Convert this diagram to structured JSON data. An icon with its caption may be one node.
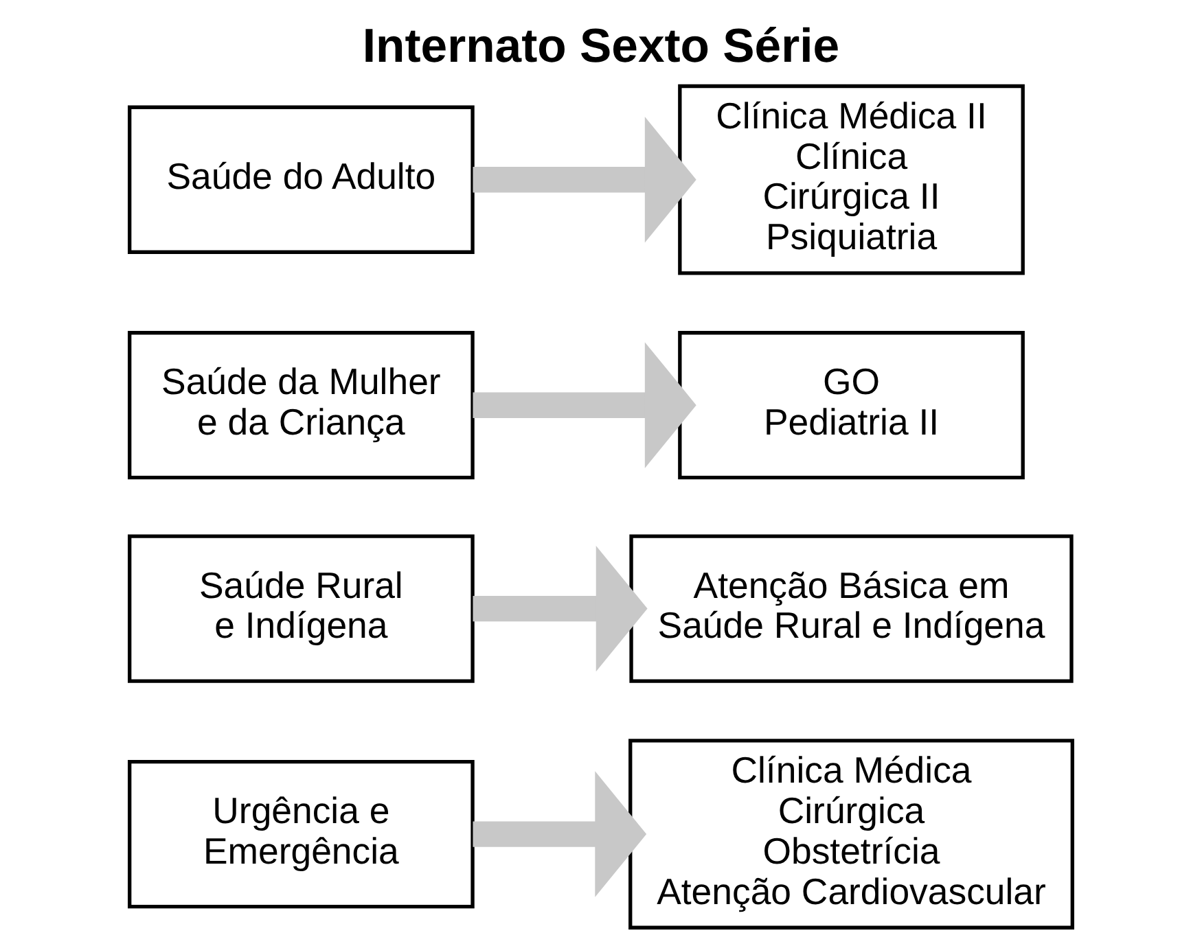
{
  "diagram": {
    "title": "Internato Sexto Série",
    "nodes": [
      {
        "text": [
          "Saúde do Adulto"
        ]
      },
      {
        "text": [
          "Clínica Médica II",
          "Clínica Cirúrgica II",
          "Psiquiatria"
        ]
      },
      {
        "text": [
          "Saúde da Mulher e da Criança"
        ]
      },
      {
        "text": [
          "GO",
          "Pediatria II"
        ]
      },
      {
        "text": [
          "Saúde Rural e Indígena"
        ]
      },
      {
        "text": [
          "Atenção Básica em Saúde Rural e Indígena"
        ]
      },
      {
        "text": [
          "Urgência e Emergência"
        ]
      },
      {
        "text": [
          "Clínica Médica",
          "Cirúrgica",
          "Obstetrícia",
          "Atenção Cardiovascular"
        ]
      }
    ],
    "edges": [
      {
        "from": 0,
        "to": 1,
        "arrow": "to"
      },
      {
        "from": 2,
        "to": 3,
        "arrow": "to"
      },
      {
        "from": 4,
        "to": 5,
        "arrow": "to"
      },
      {
        "from": 6,
        "to": 7,
        "arrow": "to"
      }
    ]
  }
}
